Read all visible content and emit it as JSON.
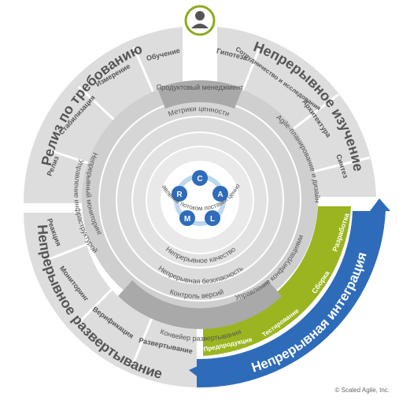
{
  "center": {
    "letters": [
      "C",
      "A",
      "L",
      "M",
      "R"
    ]
  },
  "colors": {
    "outer_gray": "#dddddd",
    "mid_gray": "#cfcfcf",
    "inner_gray": "#c6c6c6",
    "dark_gray": "#a9a9a9",
    "white": "#ffffff",
    "green": "#9bb520",
    "blue": "#2e6cba",
    "text_dark": "#555555",
    "icon_green": "#8aac1e"
  },
  "outer_labels": {
    "release": "Релиз по требованию",
    "explore": "Непрерывное изучение",
    "deploy": "Непрерывное развертывание",
    "integrate": "Непрерывная интеграция"
  },
  "stages": {
    "release": [
      "Обучение",
      "Измерение",
      "Стабилизация",
      "Релиз"
    ],
    "explore": [
      "Гипотеза",
      "Сотрудничество и исследования",
      "Архитектура",
      "Синтез"
    ],
    "deploy": [
      "Реакция",
      "Мониторинг",
      "Верификация",
      "Развертывание"
    ],
    "integrate": [
      "Предпродукция",
      "Тестирование",
      "Сборка",
      "Разработка"
    ]
  },
  "rings": {
    "product_management": "Продуктовый менеджмент",
    "value_metrics": "Метрики ценности",
    "agile_planning": "Agile-планирование и дизайн",
    "infra_monitoring": "Управление инфраструктурой",
    "infra_monitoring2": "Непрерывный мониторинг",
    "deploy_pipeline": "Конвейер развертывания",
    "config_mgmt": "Управление конфигурациями",
    "version_control": "Контроль версий",
    "security": "Непрерывная безопасность",
    "quality": "Непрерывное качество",
    "value_stream": "Управление потоком поставки ценности"
  },
  "copyright": "© Scaled Agile, Inc."
}
